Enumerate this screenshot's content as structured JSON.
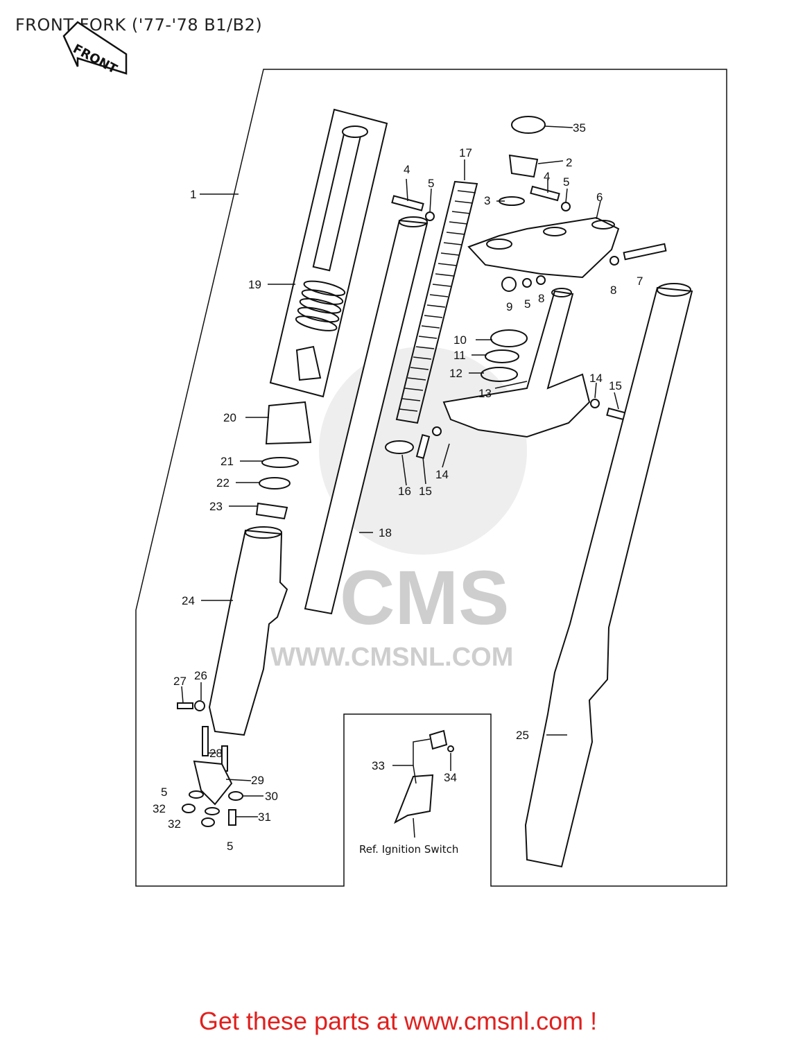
{
  "page": {
    "title": "FRONT FORK ('77-'78 B1/B2)",
    "cta": "Get these parts at www.cmsnl.com !"
  },
  "badge": {
    "text": "FRONT"
  },
  "watermark": {
    "brand": "CMS",
    "url": "WWW.CMSNL.COM"
  },
  "inset": {
    "caption": "Ref. Ignition Switch"
  },
  "callouts": {
    "c1": "1",
    "c2": "2",
    "c3": "3",
    "c4a": "4",
    "c4b": "4",
    "c5a": "5",
    "c5b": "5",
    "c5c": "5",
    "c5d": "5",
    "c5e": "5",
    "c6": "6",
    "c7": "7",
    "c8a": "8",
    "c8b": "8",
    "c9": "9",
    "c10": "10",
    "c11": "11",
    "c12": "12",
    "c13": "13",
    "c14a": "14",
    "c14b": "14",
    "c15a": "15",
    "c15b": "15",
    "c16": "16",
    "c17": "17",
    "c18": "18",
    "c19": "19",
    "c20": "20",
    "c21": "21",
    "c22": "22",
    "c23": "23",
    "c24": "24",
    "c25": "25",
    "c26": "26",
    "c27": "27",
    "c28": "28",
    "c29": "29",
    "c30": "30",
    "c31": "31",
    "c32a": "32",
    "c32b": "32",
    "c33": "33",
    "c34": "34",
    "c35": "35"
  },
  "colors": {
    "cta": "#e0201e",
    "ink": "#111111",
    "watermark": "#c9c9c9"
  }
}
